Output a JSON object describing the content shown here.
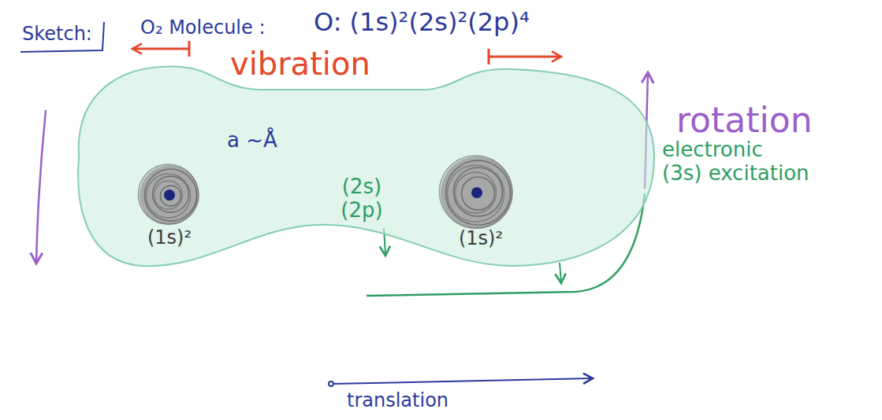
{
  "diagram": {
    "title": "Sketch:",
    "nodes": [
      {
        "text": [
          "(2s) (2p)"
        ]
      },
      {
        "text": [
          "(1s)²"
        ],
        "in": 0
      },
      {
        "text": [
          "(1s)²"
        ],
        "in": 0
      }
    ],
    "labels": [
      "O₂ Molecule :",
      "O: (1s)²(2s)²(2p)⁴",
      "vibration",
      "a ~Å",
      "rotation",
      "electronic",
      "(3s) excitation",
      "translation"
    ]
  }
}
